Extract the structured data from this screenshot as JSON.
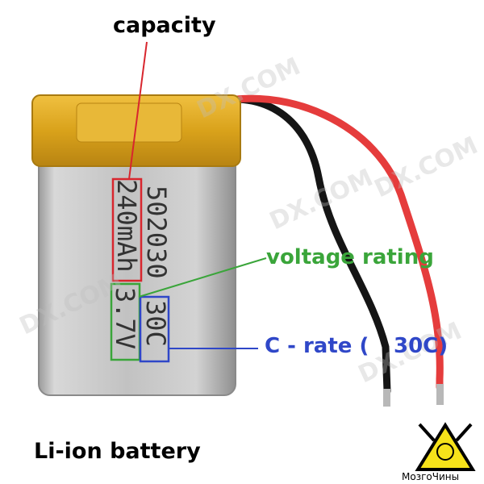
{
  "labels": {
    "capacity": "capacity",
    "voltage_rating": "voltage rating",
    "c_rate": "C - rate (",
    "c_rate_value": "30C)",
    "title": "Li-ion battery"
  },
  "battery_print": {
    "model": "502030",
    "capacity": "240mAh",
    "voltage": "3.7V",
    "c_rate": "30C"
  },
  "watermark": {
    "text": "DX.COM"
  },
  "logo": {
    "text": "МозгоЧины"
  },
  "colors": {
    "capacity_box": "#d8262e",
    "voltage_box": "#3aa53a",
    "crate_box": "#2f47c8",
    "battery_body": "#c9c9c9",
    "battery_top": "#d9a21b",
    "wire_red": "#e53c3c",
    "wire_black": "#151515",
    "logo_yellow": "#f6e21a"
  }
}
